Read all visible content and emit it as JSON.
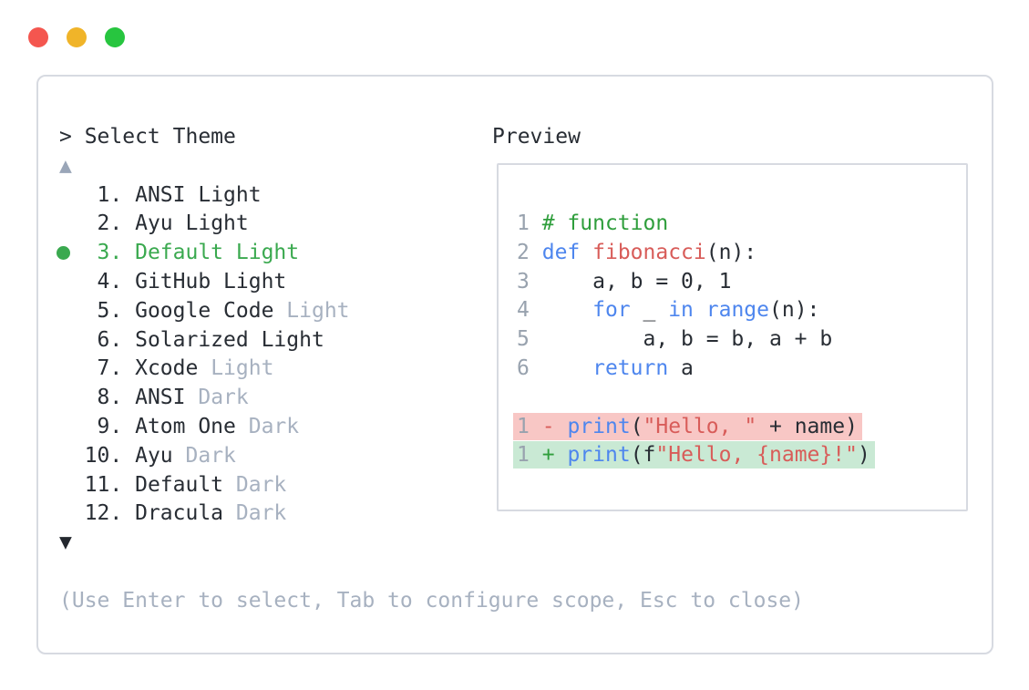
{
  "window_controls": {
    "close_color": "#f4564f",
    "minimize_color": "#f0b429",
    "maximize_color": "#27c53f"
  },
  "theme_picker": {
    "prompt": "> Select Theme",
    "scroll_up_icon": "▲",
    "scroll_down_icon": "▼",
    "items": [
      {
        "number": 1,
        "name": "ANSI",
        "variant": "Light",
        "variant_muted": false,
        "selected": false
      },
      {
        "number": 2,
        "name": "Ayu",
        "variant": "Light",
        "variant_muted": false,
        "selected": false
      },
      {
        "number": 3,
        "name": "Default",
        "variant": "Light",
        "variant_muted": false,
        "selected": true
      },
      {
        "number": 4,
        "name": "GitHub",
        "variant": "Light",
        "variant_muted": false,
        "selected": false
      },
      {
        "number": 5,
        "name": "Google Code",
        "variant": "Light",
        "variant_muted": true,
        "selected": false
      },
      {
        "number": 6,
        "name": "Solarized",
        "variant": "Light",
        "variant_muted": false,
        "selected": false
      },
      {
        "number": 7,
        "name": "Xcode",
        "variant": "Light",
        "variant_muted": true,
        "selected": false
      },
      {
        "number": 8,
        "name": "ANSI",
        "variant": "Dark",
        "variant_muted": true,
        "selected": false
      },
      {
        "number": 9,
        "name": "Atom One",
        "variant": "Dark",
        "variant_muted": true,
        "selected": false
      },
      {
        "number": 10,
        "name": "Ayu",
        "variant": "Dark",
        "variant_muted": true,
        "selected": false
      },
      {
        "number": 11,
        "name": "Default",
        "variant": "Dark",
        "variant_muted": true,
        "selected": false
      },
      {
        "number": 12,
        "name": "Dracula",
        "variant": "Dark",
        "variant_muted": true,
        "selected": false
      }
    ],
    "help_text": "(Use Enter to select, Tab to configure scope, Esc to close)"
  },
  "preview": {
    "title": "Preview",
    "code_lines": [
      {
        "type": "code",
        "num": "1",
        "tokens": [
          [
            " ",
            "plain"
          ],
          [
            "# function",
            "comment"
          ]
        ]
      },
      {
        "type": "code",
        "num": "2",
        "tokens": [
          [
            " ",
            "plain"
          ],
          [
            "def",
            "kw"
          ],
          [
            " ",
            "plain"
          ],
          [
            "fibonacci",
            "fn"
          ],
          [
            "(n):",
            "plain"
          ]
        ]
      },
      {
        "type": "code",
        "num": "3",
        "tokens": [
          [
            "     a, b = 0, 1",
            "plain"
          ]
        ]
      },
      {
        "type": "code",
        "num": "4",
        "tokens": [
          [
            "     ",
            "plain"
          ],
          [
            "for",
            "kw"
          ],
          [
            " _ ",
            "plain"
          ],
          [
            "in",
            "kw"
          ],
          [
            " ",
            "plain"
          ],
          [
            "range",
            "kw"
          ],
          [
            "(n):",
            "plain"
          ]
        ]
      },
      {
        "type": "code",
        "num": "5",
        "tokens": [
          [
            "         a, b = b, a + b",
            "plain"
          ]
        ]
      },
      {
        "type": "code",
        "num": "6",
        "tokens": [
          [
            "     ",
            "plain"
          ],
          [
            "return",
            "kw"
          ],
          [
            " a",
            "plain"
          ]
        ]
      },
      {
        "type": "blank"
      },
      {
        "type": "removed",
        "num": "1",
        "tokens": [
          [
            " ",
            "plain"
          ],
          [
            "-",
            "minus"
          ],
          [
            " ",
            "plain"
          ],
          [
            "print",
            "kw"
          ],
          [
            "(",
            "plain"
          ],
          [
            "\"Hello, \"",
            "str"
          ],
          [
            " + name)",
            "plain"
          ]
        ]
      },
      {
        "type": "added",
        "num": "1",
        "tokens": [
          [
            " ",
            "plain"
          ],
          [
            "+",
            "plus"
          ],
          [
            " ",
            "plain"
          ],
          [
            "print",
            "kw"
          ],
          [
            "(f",
            "plain"
          ],
          [
            "\"Hello, {name}!\"",
            "str"
          ],
          [
            ")",
            "plain"
          ]
        ]
      }
    ]
  },
  "colors": {
    "ink": "#282d34",
    "muted": "#a7b1c0",
    "lnum": "#98a2ae",
    "blue": "#4e86ee",
    "red": "#d85c59",
    "comment": "#2f9e3c",
    "plus": "#2f9e3c",
    "selection": "#3aa94f",
    "removed_bg": "#f8c7c5",
    "added_bg": "#c9e9d4",
    "border": "#d7dae1",
    "dot_close": "#f4564f",
    "dot_min": "#f0b429",
    "dot_max": "#27c53f",
    "arrow_up": "#9aa6b8",
    "arrow_down": "#23272e"
  }
}
